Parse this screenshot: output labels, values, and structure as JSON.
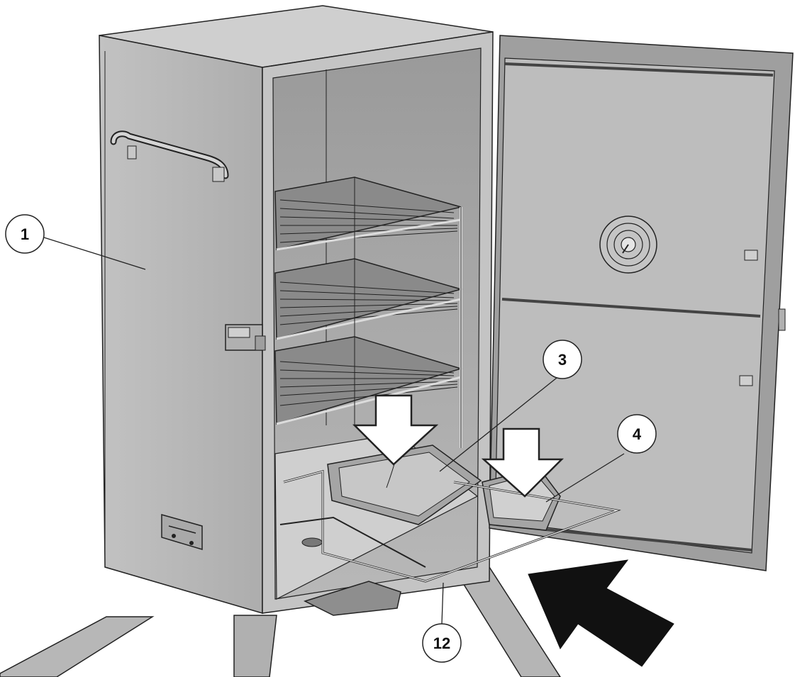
{
  "figure": {
    "subject": "smoker-cabinet-assembly",
    "callouts": [
      {
        "id": "c1",
        "label": "1",
        "target": "smoker-cabinet-side"
      },
      {
        "id": "c3",
        "label": "3",
        "target": "water-pan"
      },
      {
        "id": "c4",
        "label": "4",
        "target": "wood-chip-tray"
      },
      {
        "id": "c12",
        "label": "12",
        "target": "pan-support-rack"
      }
    ],
    "arrows": [
      {
        "id": "a1",
        "style": "outline",
        "direction": "down",
        "target": "water-pan"
      },
      {
        "id": "a2",
        "style": "outline",
        "direction": "down",
        "target": "wood-chip-tray"
      },
      {
        "id": "a3",
        "style": "solid",
        "direction": "up-left",
        "target": "pan-support-rack"
      }
    ],
    "colors": {
      "line": "#222222",
      "panel": "#b9b9b9",
      "panel_dark": "#8c8c8c",
      "panel_light": "#d9d9d9",
      "interior": "#a8a8a8",
      "arrow_solid": "#111111",
      "background": "#ffffff"
    }
  }
}
